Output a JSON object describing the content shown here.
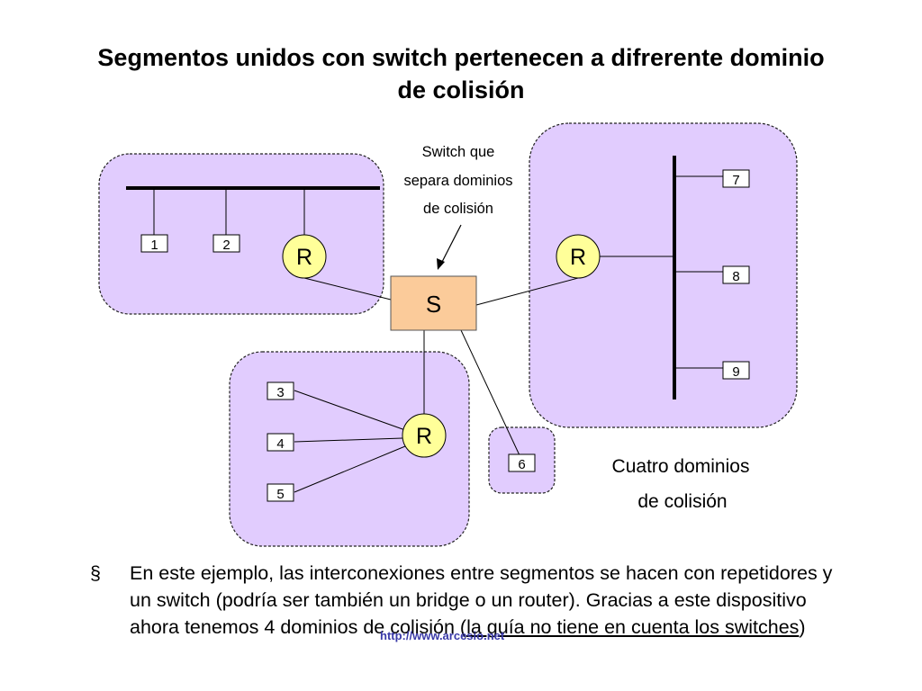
{
  "slide": {
    "title_line1": "Segmentos unidos con switch pertenecen a difrerente dominio",
    "title_line2": "de colisión"
  },
  "diagram": {
    "callout": {
      "line1": "Switch que",
      "line2": "separa dominios",
      "line3": "de colisión"
    },
    "switch_label": "S",
    "repeater_label": "R",
    "hosts": {
      "h1": "1",
      "h2": "2",
      "h3": "3",
      "h4": "4",
      "h5": "5",
      "h6": "6",
      "h7": "7",
      "h8": "8",
      "h9": "9"
    },
    "summary_line1": "Cuatro dominios",
    "summary_line2": "de colisión"
  },
  "bullet": {
    "marker": "§",
    "text_before": "En este ejemplo, las interconexiones entre segmentos se hacen con repetidores y un switch (podría ser también un bridge o un router). Gracias a este dispositivo ahora tenemos 4 dominios de colisión (",
    "underlined": "la guía no tiene en cuenta los switches",
    "text_after": ")"
  },
  "footer": {
    "url": "http://www.arcesio.net"
  },
  "colors": {
    "domain_fill": "#e1ccfe",
    "repeater_fill": "#ffff99",
    "switch_fill": "#fbcb9a",
    "url_color": "#3a3aa8"
  }
}
